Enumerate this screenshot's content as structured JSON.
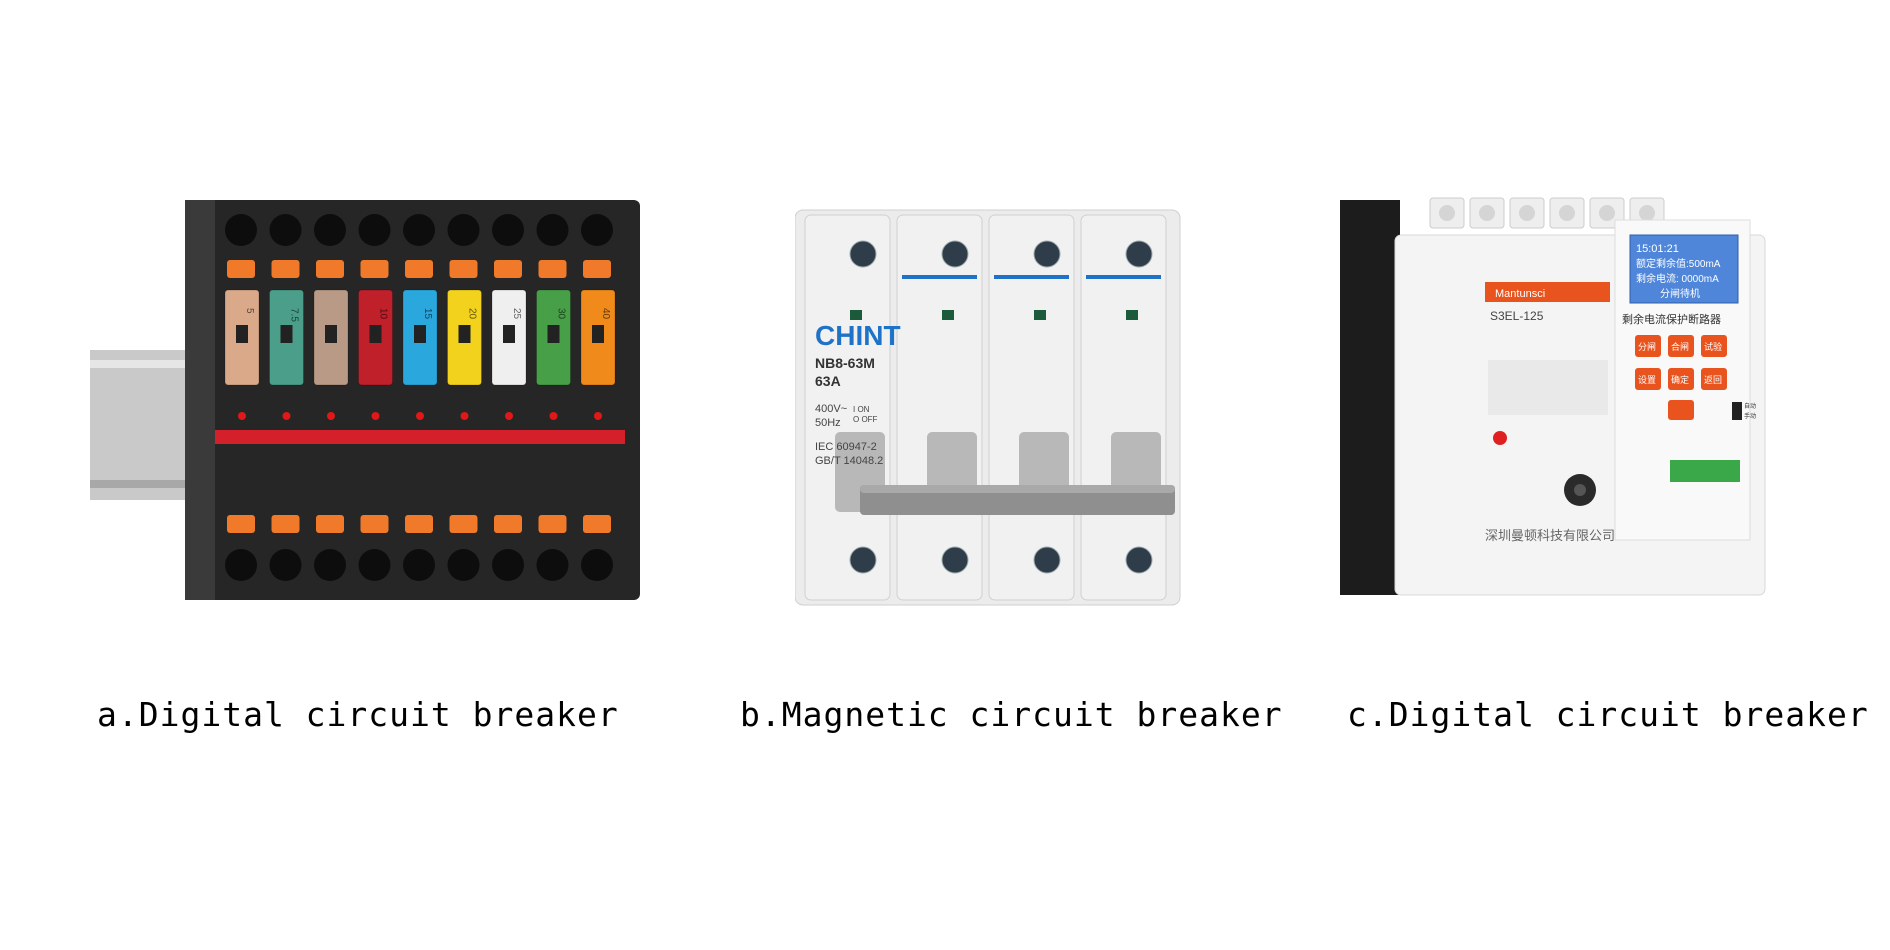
{
  "figure": {
    "panels": [
      {
        "caption": "a.Digital circuit breaker",
        "fuse_ratings": [
          "5",
          "7.5",
          "",
          "10",
          "15",
          "20",
          "25",
          "30",
          "40"
        ],
        "fuse_colors": [
          "#d9a98a",
          "#4a9e8a",
          "#b89a86",
          "#c0202a",
          "#2aa7dc",
          "#f2d21c",
          "#efefef",
          "#47a047",
          "#f08a1a"
        ]
      },
      {
        "caption": "b.Magnetic circuit breaker",
        "brand": "CHINT",
        "model": "NB8-63M",
        "rating": "63A",
        "voltage": "400V~",
        "frequency": "50Hz",
        "standard_1": "IEC 60947-2",
        "standard_2": "GB/T 14048.2",
        "on_label": "I ON",
        "off_label": "O OFF"
      },
      {
        "caption": "c.Digital circuit breaker",
        "brand": "Mantunsci",
        "model": "S3EL-125",
        "display_lines": [
          "15:01:21",
          "额定剩余值:500mA",
          "剩余电流: 0000mA",
          "分闸待机"
        ],
        "product_name": "剩余电流保护断路器",
        "company": "深圳曼顿科技有限公司",
        "button_labels": [
          "分闸",
          "合闸",
          "试验",
          "设置",
          "确定",
          "返回"
        ],
        "switch_labels": [
          "自动",
          "手动"
        ],
        "accent_color": "#e8531e"
      }
    ]
  }
}
